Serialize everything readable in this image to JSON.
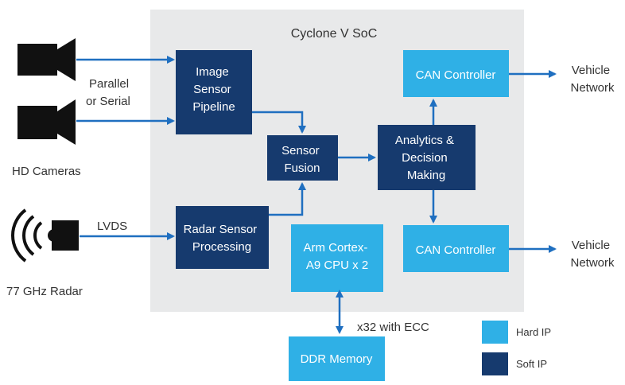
{
  "colors": {
    "soc_background": "#e8e9ea",
    "hard_ip": "#2fb0e6",
    "soft_ip": "#163a6e",
    "arrow": "#1f6fc0",
    "icon": "#111111",
    "text": "#333333"
  },
  "soc": {
    "title": "Cyclone V SoC"
  },
  "inputs": {
    "cameras_label": "HD Cameras",
    "camera_link_label_1": "Parallel",
    "camera_link_label_2": "or Serial",
    "radar_label": "77 GHz Radar",
    "radar_link_label": "LVDS"
  },
  "blocks": {
    "image_pipeline": {
      "lines": [
        "Image",
        "Sensor",
        "Pipeline"
      ],
      "ip_type": "soft"
    },
    "sensor_fusion": {
      "lines": [
        "Sensor",
        "Fusion"
      ],
      "ip_type": "soft"
    },
    "radar_processing": {
      "lines": [
        "Radar Sensor",
        "Processing"
      ],
      "ip_type": "soft"
    },
    "analytics": {
      "lines": [
        "Analytics &",
        "Decision",
        "Making"
      ],
      "ip_type": "soft"
    },
    "can_top": {
      "lines": [
        "CAN Controller"
      ],
      "ip_type": "hard"
    },
    "can_bottom": {
      "lines": [
        "CAN Controller"
      ],
      "ip_type": "hard"
    },
    "arm_cpu": {
      "lines": [
        "Arm Cortex-",
        "A9 CPU x 2"
      ],
      "ip_type": "hard"
    },
    "ddr": {
      "lines": [
        "DDR Memory"
      ],
      "ip_type": "hard"
    }
  },
  "outputs": {
    "vehicle_top": [
      "Vehicle",
      "Network"
    ],
    "vehicle_bottom": [
      "Vehicle",
      "Network"
    ]
  },
  "memory_link_label": "x32 with ECC",
  "legend": {
    "hard_ip": "Hard IP",
    "soft_ip": "Soft IP"
  }
}
